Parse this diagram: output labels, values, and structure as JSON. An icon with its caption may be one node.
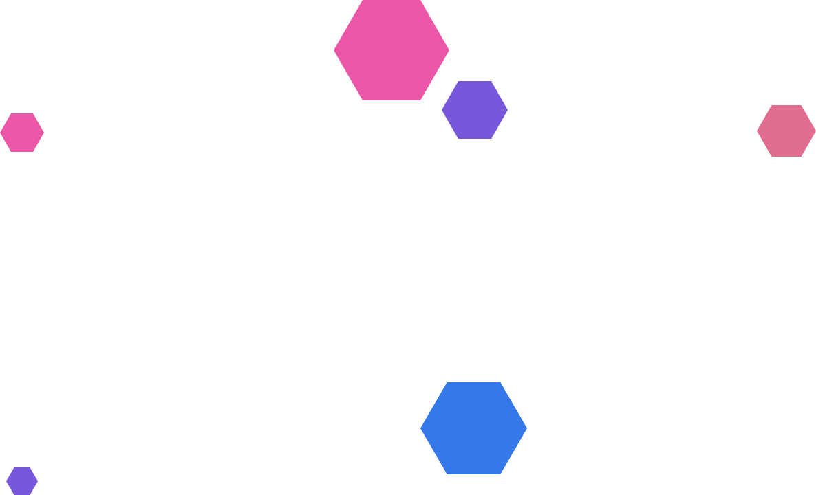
{
  "diagram": {
    "nodes": [
      {
        "text": [],
        "shape": "hexagon"
      },
      {
        "text": [],
        "shape": "hexagon"
      },
      {
        "text": [],
        "shape": "hexagon"
      },
      {
        "text": [],
        "shape": "hexagon"
      },
      {
        "text": [],
        "shape": "hexagon"
      },
      {
        "text": [],
        "shape": "hexagon"
      }
    ]
  }
}
